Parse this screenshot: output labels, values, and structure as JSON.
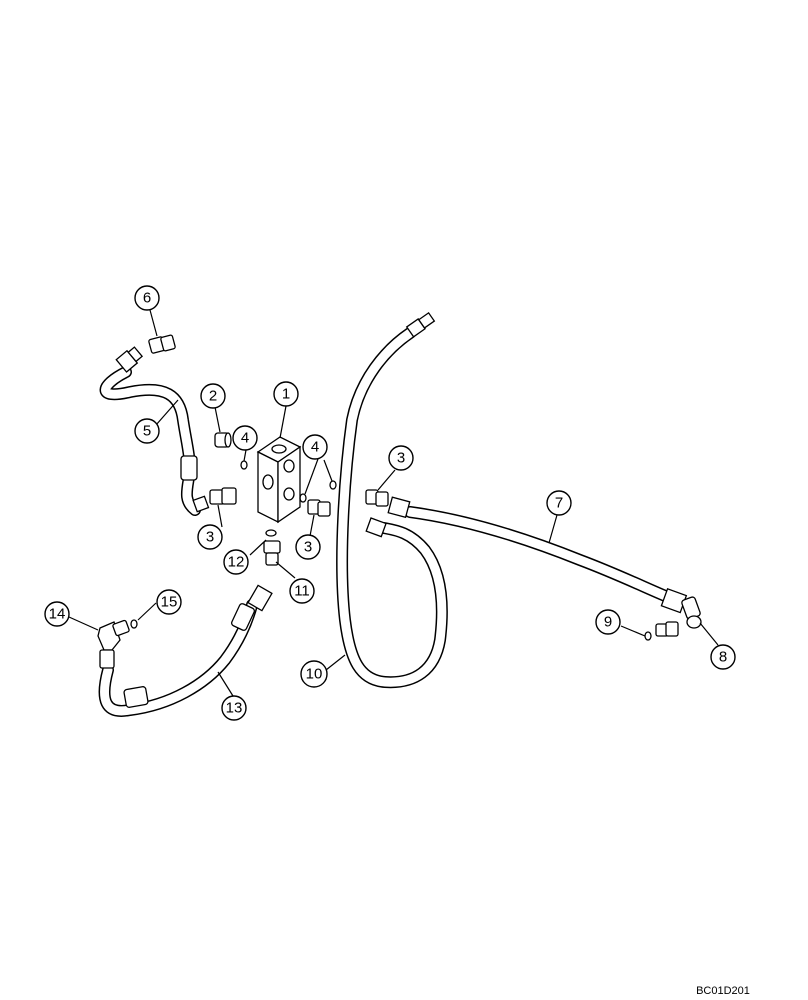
{
  "callouts": [
    {
      "id": "c1",
      "label": "1"
    },
    {
      "id": "c2",
      "label": "2"
    },
    {
      "id": "c3a",
      "label": "3"
    },
    {
      "id": "c3b",
      "label": "3"
    },
    {
      "id": "c3c",
      "label": "3"
    },
    {
      "id": "c4a",
      "label": "4"
    },
    {
      "id": "c4b",
      "label": "4"
    },
    {
      "id": "c5",
      "label": "5"
    },
    {
      "id": "c6",
      "label": "6"
    },
    {
      "id": "c7",
      "label": "7"
    },
    {
      "id": "c8",
      "label": "8"
    },
    {
      "id": "c9",
      "label": "9"
    },
    {
      "id": "c10",
      "label": "10"
    },
    {
      "id": "c11",
      "label": "11"
    },
    {
      "id": "c12",
      "label": "12"
    },
    {
      "id": "c13",
      "label": "13"
    },
    {
      "id": "c14",
      "label": "14"
    },
    {
      "id": "c15",
      "label": "15"
    }
  ],
  "reference_code": "BC01D201"
}
